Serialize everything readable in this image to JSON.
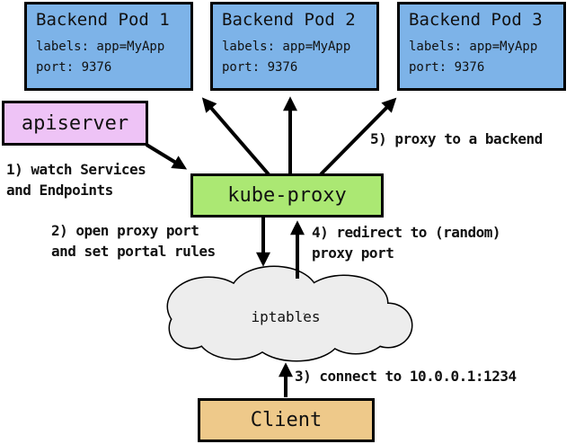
{
  "diagram": {
    "pods": [
      {
        "title": "Backend Pod 1",
        "labels_line": "labels: app=MyApp",
        "port_line": "port: 9376"
      },
      {
        "title": "Backend Pod 2",
        "labels_line": "labels: app=MyApp",
        "port_line": "port: 9376"
      },
      {
        "title": "Backend Pod 3",
        "labels_line": "labels: app=MyApp",
        "port_line": "port: 9376"
      }
    ],
    "apiserver_label": "apiserver",
    "kube_proxy_label": "kube-proxy",
    "iptables_label": "iptables",
    "client_label": "Client",
    "annotations": {
      "step1_line1": "1) watch Services",
      "step1_line2": "and Endpoints",
      "step2_line1": "2) open proxy port",
      "step2_line2": "and set portal rules",
      "step3": "3) connect to 10.0.0.1:1234",
      "step4_line1": "4) redirect to (random)",
      "step4_line2": "proxy port",
      "step5": "5) proxy to a backend"
    },
    "colors": {
      "pod_fill": "#7db3e8",
      "apiserver_fill": "#eec3f6",
      "kube_proxy_fill": "#abe873",
      "client_fill": "#eec98a",
      "cloud_fill": "#ededed",
      "border": "#000000",
      "background": "#ffffff"
    }
  }
}
